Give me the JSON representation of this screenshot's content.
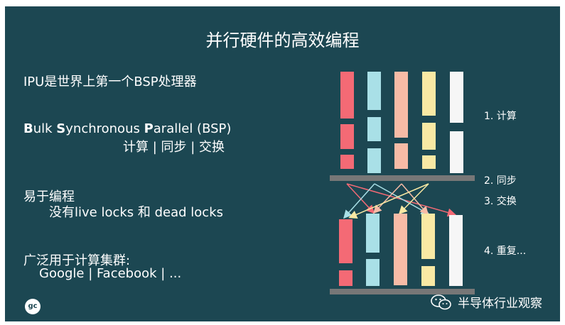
{
  "slide": {
    "title": "并行硬件的高效编程",
    "items": {
      "ipu": "IPU是世界上第一个BSP处理器",
      "bsp_b": "B",
      "bsp_ulk": "ulk ",
      "bsp_s": "S",
      "bsp_ynchronous": "ynchronous ",
      "bsp_p": "P",
      "bsp_arallel": "arallel (BSP)",
      "bsp_sub": "计算 | 同步 | 交换",
      "easy": "易于编程",
      "easy_sub": "没有live locks 和 dead locks",
      "wide": "广泛用于计算集群:",
      "wide_sub": "Google | Facebook | ..."
    },
    "phases": {
      "compute": "1. 计算",
      "sync": "2. 同步",
      "exchange": "3. 交换",
      "repeat": "4. 重复..."
    },
    "logo_text": "gc",
    "watermark": "半导体行业观察"
  },
  "colors": {
    "background": "#1c4752",
    "bar": "#777777",
    "columns": [
      "#f46a75",
      "#a9e0e7",
      "#f7bba6",
      "#f9e9a4",
      "#f6f6f6"
    ],
    "arrows": [
      "#f46a75",
      "#a9e0e7",
      "#f7bba6",
      "#f9e9a4"
    ]
  }
}
